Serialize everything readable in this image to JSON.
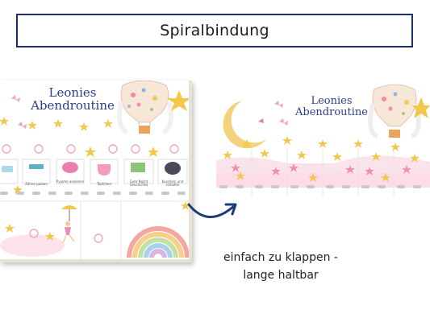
{
  "header": {
    "title": "Spiralbindung"
  },
  "left_board": {
    "title_line1": "Leonies",
    "title_line2": "Abendroutine",
    "tasks": [
      "",
      "Zähne putzen",
      "Pyjama anziehen",
      "Töpfchen",
      "Gute Nacht Geschichte",
      "Kuscheln und schlafen"
    ]
  },
  "right_board": {
    "title_line1": "Leonies",
    "title_line2": "Abendroutine"
  },
  "caption": {
    "line1": "einfach zu klappen -",
    "line2": "lange haltbar"
  },
  "colors": {
    "frame": "#1e2f6b",
    "heading": "#2d3d8a",
    "star": "#f2c84b",
    "pink": "#f4a7c0",
    "arrow": "#1f3a7a"
  }
}
